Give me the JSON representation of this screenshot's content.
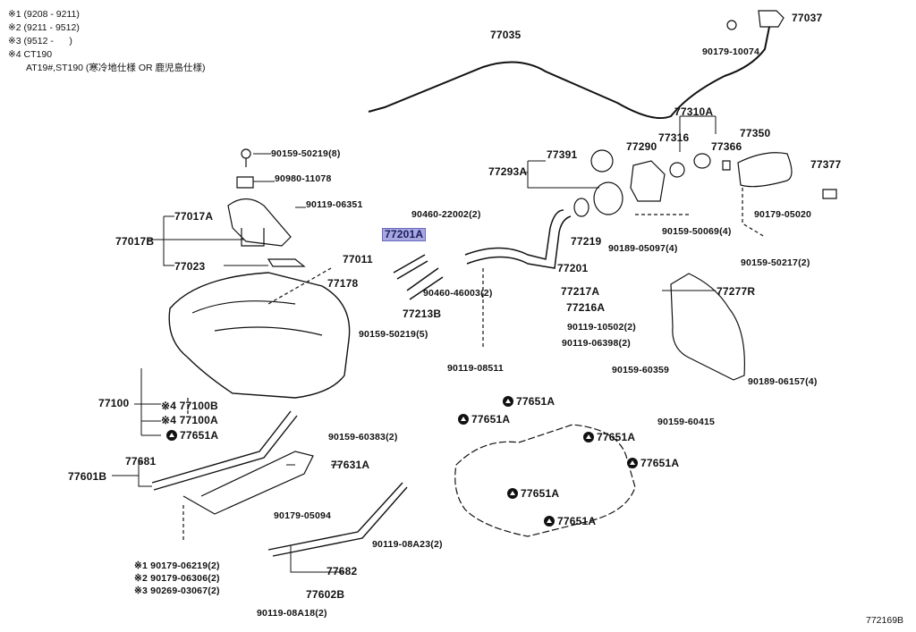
{
  "notes": [
    "※1 (9208 - 9211)",
    "※2 (9211 - 9512)",
    "※3 (9512 -      )",
    "※4 CT190",
    "AT19#,ST190 (寒冷地仕様 OR 鹿児島仕様)"
  ],
  "highlight_color": "#a8a8e0",
  "highlighted_part": "77201A",
  "labels": [
    "77035",
    "77037",
    "90179-10074",
    "77310A",
    "77316",
    "77366",
    "77350",
    "77290",
    "77391",
    "77293A",
    "77377",
    "90159-50219(8)",
    "90980-11078",
    "90119-06351",
    "77017A",
    "77017B",
    "77023",
    "90460-22002(2)",
    "77201A",
    "77219",
    "77201",
    "90189-05097(4)",
    "90159-50069(4)",
    "90179-05020",
    "90159-50217(2)",
    "77011",
    "77178",
    "90460-46003(2)",
    "77213B",
    "77217A",
    "77216A",
    "90119-10502(2)",
    "90119-06398(2)",
    "77277R",
    "90159-50219(5)",
    "90119-08511",
    "90159-60359",
    "90189-06157(4)",
    "90159-60415",
    "77100",
    "※4 77100B",
    "※4 77100A",
    "77651A",
    "90159-60383(2)",
    "77681",
    "77601B",
    "77631A",
    "90179-05094",
    "90119-08A23(2)",
    "※1 90179-06219(2)",
    "※2 90179-06306(2)",
    "※3 90269-03067(2)",
    "77682",
    "77602B",
    "90119-08A18(2)",
    "77651A",
    "77651A",
    "77651A",
    "77651A",
    "77651A",
    "77651A"
  ],
  "diagram_code": "772169B"
}
